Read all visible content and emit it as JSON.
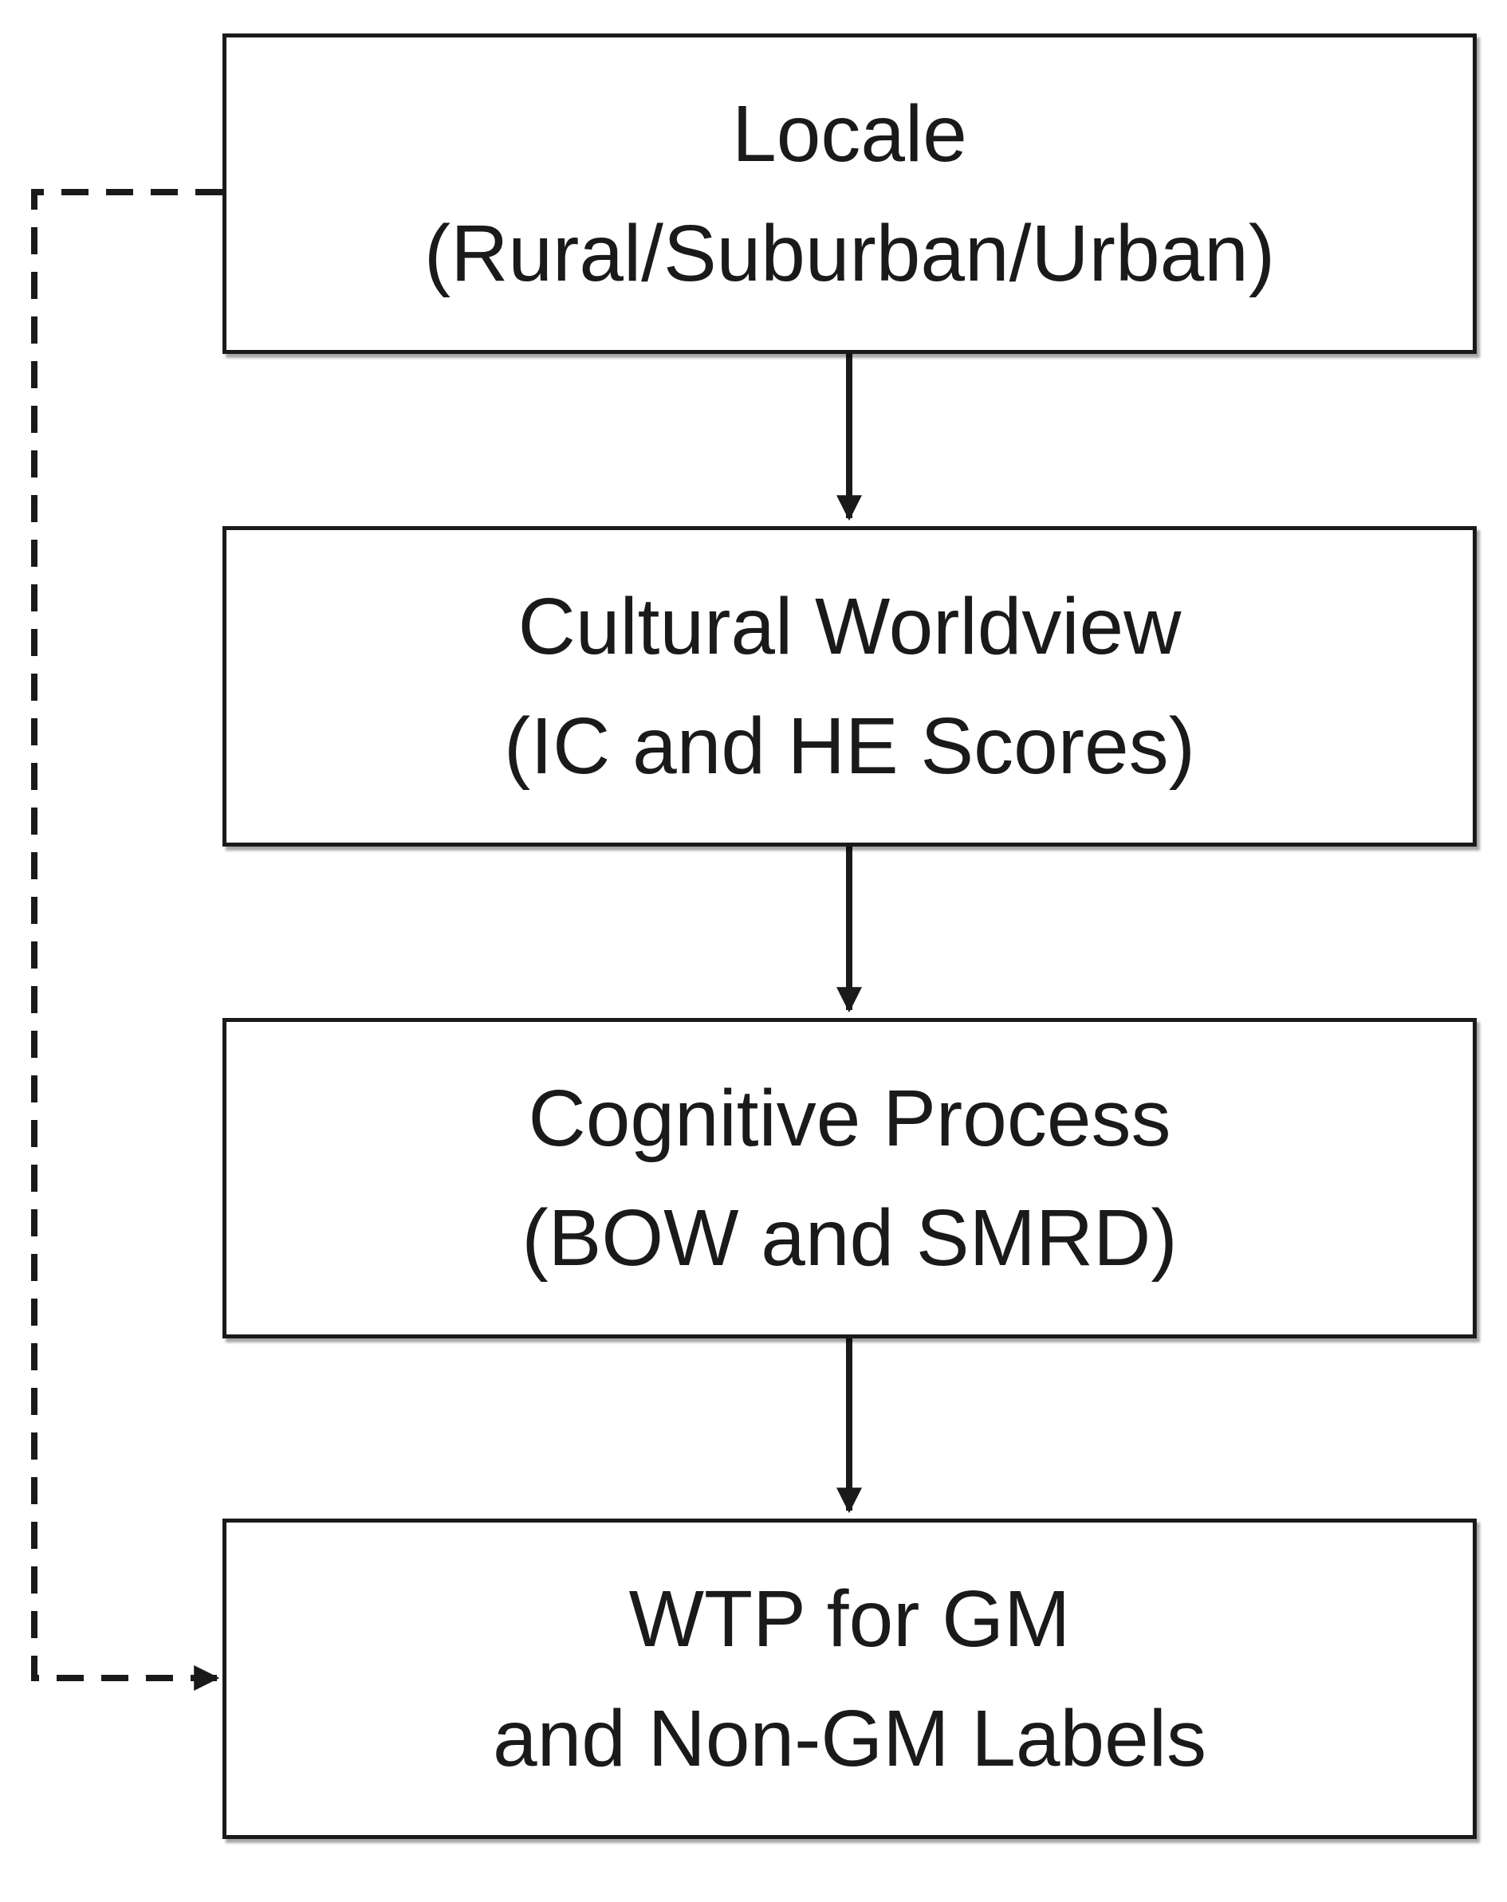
{
  "diagram": {
    "nodes": [
      {
        "id": "locale",
        "lines": [
          "Locale",
          "(Rural/Suburban/Urban)"
        ]
      },
      {
        "id": "cultural-worldview",
        "lines": [
          "Cultural Worldview",
          "(IC and HE Scores)"
        ]
      },
      {
        "id": "cognitive-process",
        "lines": [
          "Cognitive Process",
          "(BOW and SMRD)"
        ]
      },
      {
        "id": "wtp",
        "lines": [
          "WTP for GM",
          "and Non-GM Labels"
        ]
      }
    ],
    "edges": [
      {
        "from": "locale",
        "to": "cultural-worldview",
        "style": "solid"
      },
      {
        "from": "cultural-worldview",
        "to": "cognitive-process",
        "style": "solid"
      },
      {
        "from": "cognitive-process",
        "to": "wtp",
        "style": "solid"
      },
      {
        "from": "locale",
        "to": "wtp",
        "style": "dashed"
      }
    ],
    "colors": {
      "line": "#1a1a1a",
      "box_fill": "#ffffff"
    }
  }
}
